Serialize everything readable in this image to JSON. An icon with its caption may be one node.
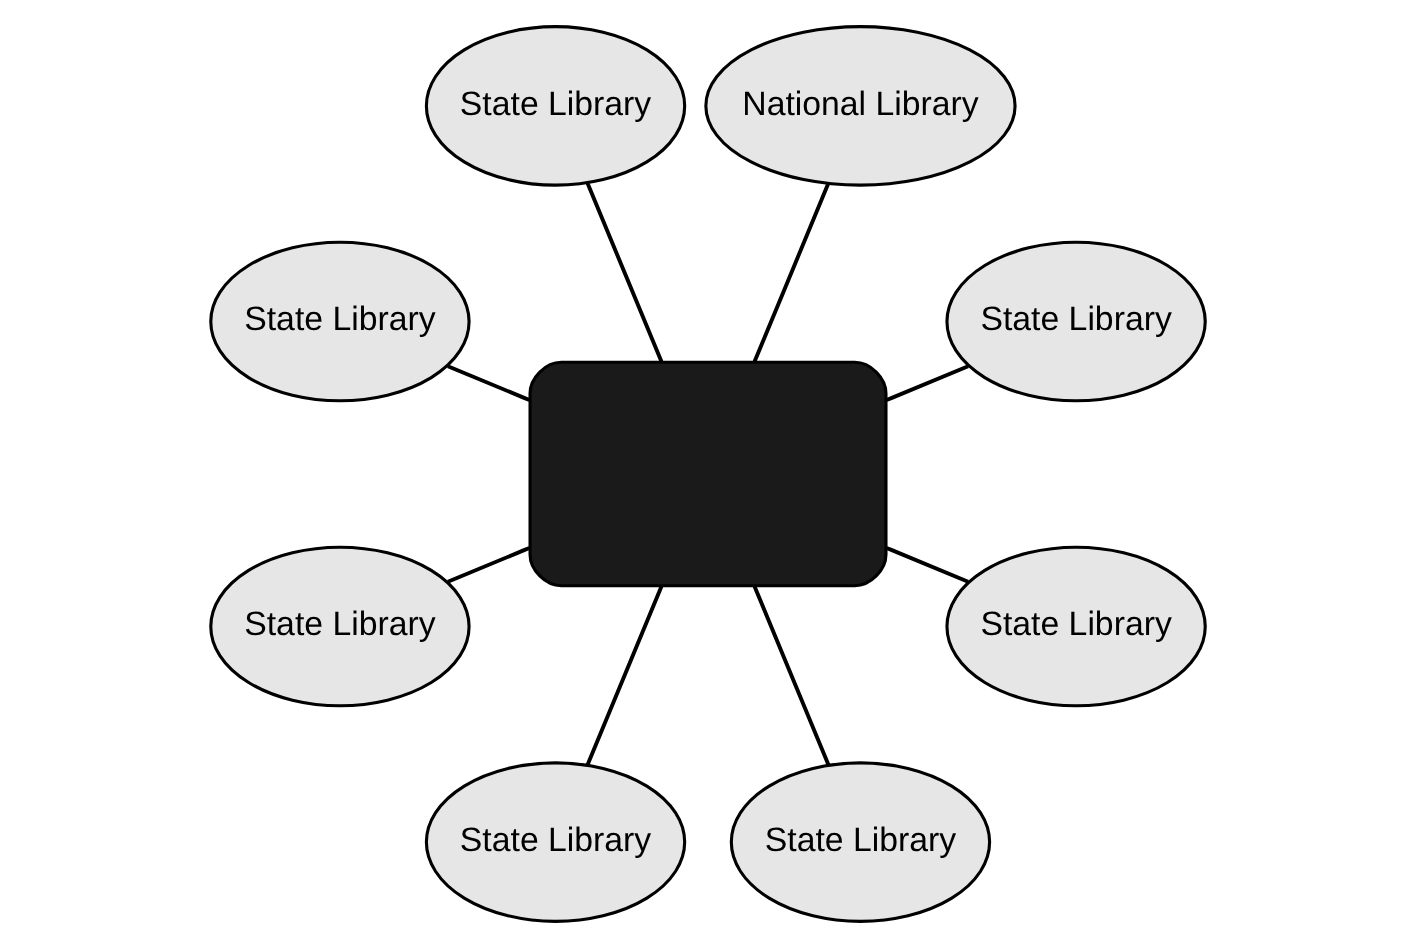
{
  "diagram": {
    "nodes": [
      {
        "text": [
          "State Library"
        ]
      },
      {
        "text": [
          "National Library"
        ]
      },
      {
        "text": [
          "State Library"
        ]
      },
      {
        "text": [
          "State Library"
        ]
      },
      {
        "text": [],
        "shape": "box"
      },
      {
        "text": [
          "State Library"
        ]
      },
      {
        "text": [
          "State Library"
        ]
      },
      {
        "text": [
          "State Library"
        ]
      },
      {
        "text": [
          "State Library"
        ]
      }
    ],
    "edges": [
      {
        "from": 4,
        "to": 0,
        "arrow": "none"
      },
      {
        "from": 4,
        "to": 1,
        "arrow": "none"
      },
      {
        "from": 4,
        "to": 2,
        "arrow": "none"
      },
      {
        "from": 4,
        "to": 3,
        "arrow": "none"
      },
      {
        "from": 4,
        "to": 5,
        "arrow": "none"
      },
      {
        "from": 4,
        "to": 6,
        "arrow": "none"
      },
      {
        "from": 4,
        "to": 7,
        "arrow": "none"
      },
      {
        "from": 4,
        "to": 8,
        "arrow": "none"
      }
    ]
  }
}
